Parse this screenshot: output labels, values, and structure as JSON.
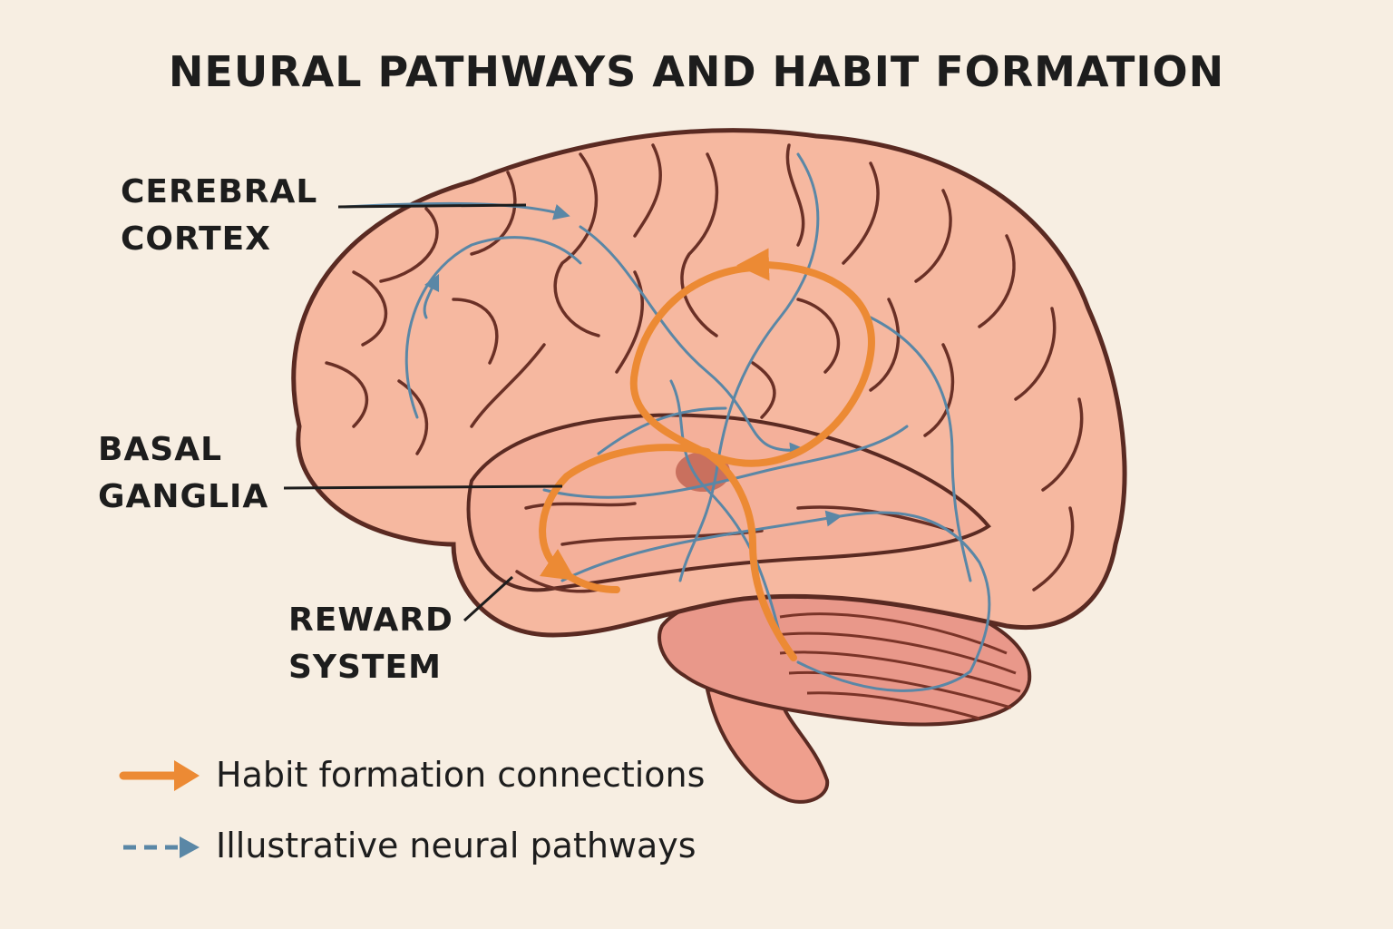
{
  "title": "NEURAL PATHWAYS AND HABIT FORMATION",
  "labels": {
    "cerebral_cortex": [
      "CEREBRAL",
      "CORTEX"
    ],
    "basal_ganglia": [
      "BASAL",
      "GANGLIA"
    ],
    "reward_system": [
      "REWARD",
      "SYSTEM"
    ]
  },
  "legend": {
    "habit": "Habit formation connections",
    "neural": "Illustrative neural pathways"
  },
  "colors": {
    "background": "#f7eee2",
    "brain_fill": "#f6b8a0",
    "outline": "#5a2a22",
    "habit_path": "#ec8a34",
    "neural_path": "#5a87a6",
    "cerebellum": "#e9988a",
    "basal_ganglia_fill": "#c9705e"
  }
}
